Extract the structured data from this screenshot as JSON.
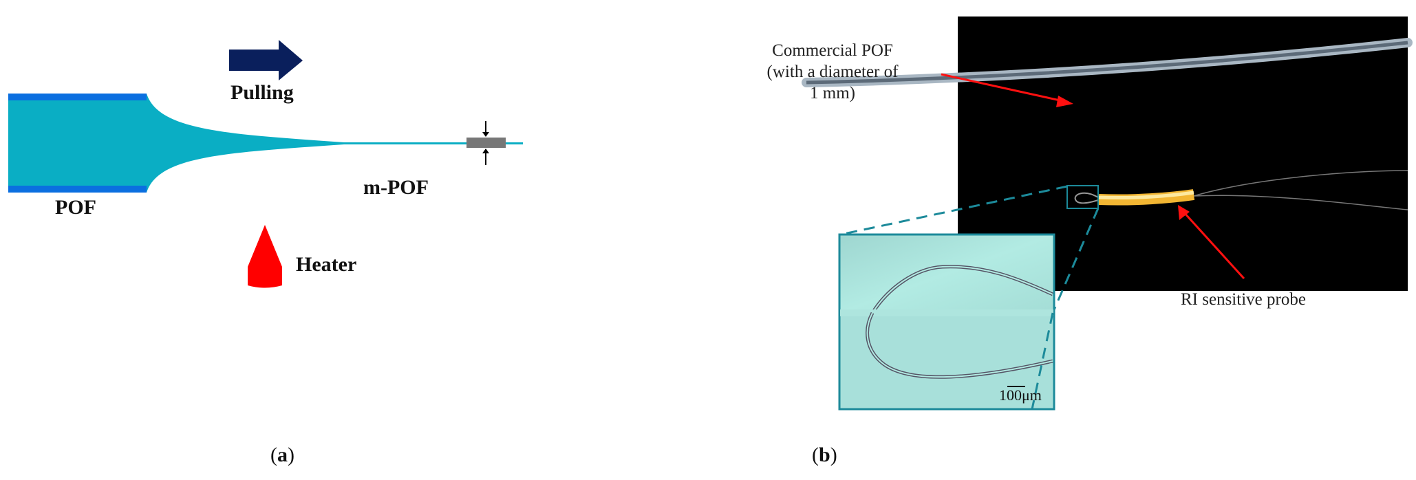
{
  "panel_a": {
    "caption_letter": "a",
    "labels": {
      "pof": "POF",
      "pulling": "Pulling",
      "m_pof": "m-POF",
      "heater": "Heater"
    },
    "colors": {
      "fiber": "#0aaec4",
      "cladding": "#0b6fe0",
      "arrow": "#0a1f5c",
      "heater": "#ff0000"
    }
  },
  "panel_b": {
    "caption_letter": "b",
    "labels": {
      "commercial_pof_line1": "Commercial POF",
      "commercial_pof_line2": "(with a diameter of",
      "commercial_pof_line3": "1 mm)",
      "ri_probe": "RI sensitive probe",
      "scale_bar": "100μm"
    },
    "colors": {
      "pointer": "#ff1010",
      "zoom_frame": "#1c8a9a",
      "inset_bg": "#a8e0da"
    }
  }
}
